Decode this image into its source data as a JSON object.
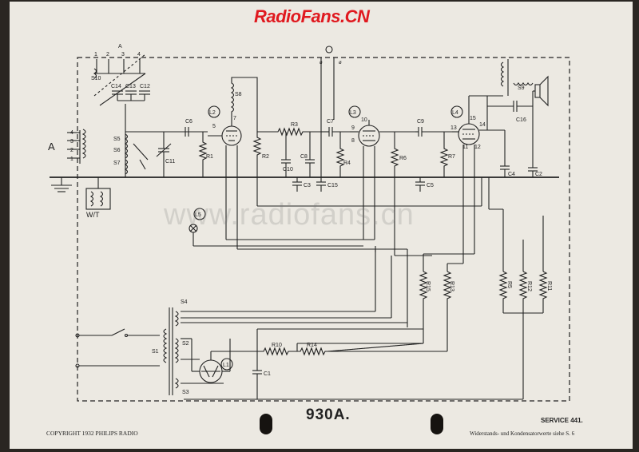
{
  "watermark_top": "RadioFans.CN",
  "watermark_center": "www.radiofans.cn",
  "model": "930A.",
  "copyright": "COPYRIGHT 1932 PHILIPS RADIO",
  "service": "SERVICE 441.",
  "note": "Widerstands- und Kondensatorwerte siehe S. 6",
  "labels": {
    "antenna": "A",
    "ant_taps": [
      "4",
      "3",
      "2",
      "1"
    ],
    "band_switch": [
      "1",
      "2",
      "3",
      "4"
    ],
    "band_switch_top": "A",
    "S1": "S1",
    "S2": "S2",
    "S3": "S3",
    "S4": "S4",
    "S5": "S5",
    "S6": "S6",
    "S7": "S7",
    "S8": "S8",
    "S9": "S9",
    "S10": "S10",
    "C1": "C1",
    "C2": "C2",
    "C3": "C3",
    "C4": "C4",
    "C5": "C5",
    "C6": "C6",
    "C7": "C7",
    "C8": "C8",
    "C9": "C9",
    "C10": "C10",
    "C11": "C11",
    "C12": "C12",
    "C13": "C13",
    "C14": "C14",
    "C15": "C15",
    "C16": "C16",
    "R1": "R1",
    "R2": "R2",
    "R3": "R3",
    "R4": "R4",
    "R5": "R5",
    "R6": "R6",
    "R7": "R7",
    "R10": "R10",
    "R11": "R11",
    "R12": "R12",
    "R13": "R13",
    "R14": "R14",
    "R15": "R15",
    "L1": "L1",
    "L2": "L2",
    "L3": "L3",
    "L4": "L4",
    "L5": "L5",
    "wt": "W/T",
    "pin5": "5",
    "pin7": "7",
    "pin9": "9",
    "pin10": "10",
    "pin8": "8",
    "pin11": "11",
    "pin12": "12",
    "pin13": "13",
    "pin14": "14",
    "pin15": "15"
  },
  "colors": {
    "paper": "#ece9e2",
    "ink": "#222222",
    "watermark": "#e0191f"
  }
}
